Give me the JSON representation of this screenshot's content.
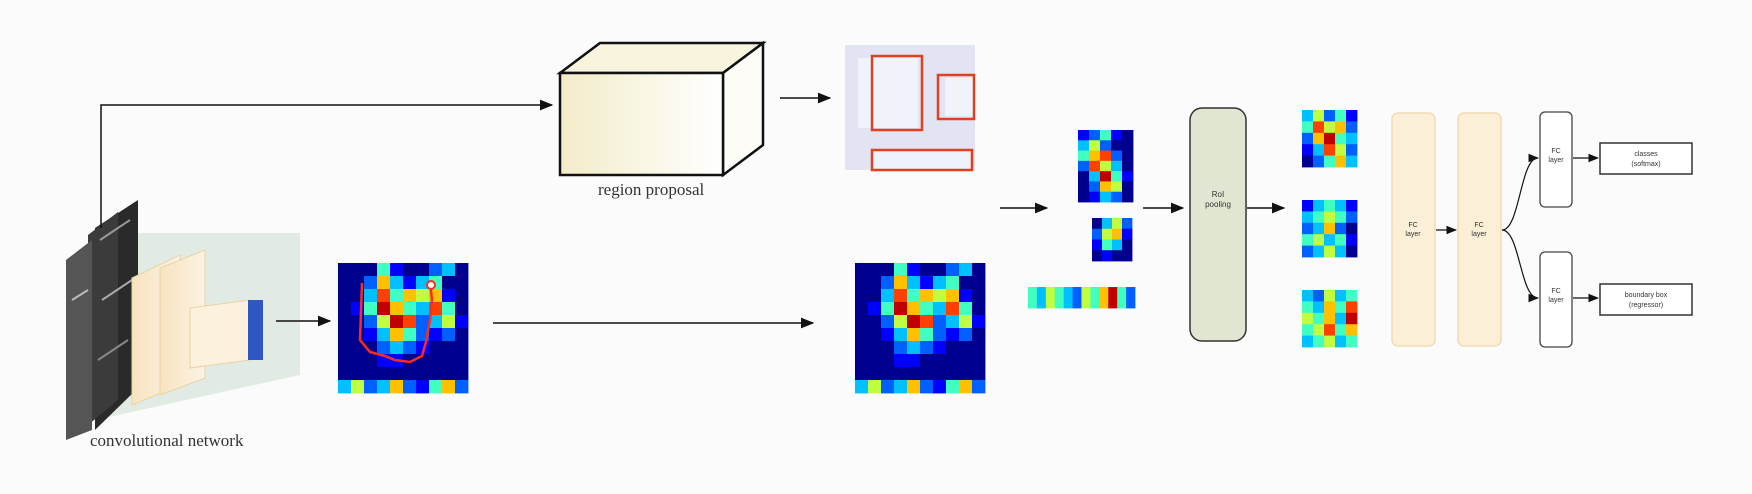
{
  "labels": {
    "region_proposal": "region proposal",
    "convolutional_network": "convolutional network",
    "roi_pooling": [
      "RoI",
      "pooling"
    ],
    "fc_layer": [
      "FC",
      "layer"
    ],
    "classes": [
      "classes",
      "(softmax)"
    ],
    "boundary_box": [
      "boundary box",
      "(regressor)"
    ]
  },
  "colors": {
    "heatmap_scale": [
      "#00008f",
      "#0000ff",
      "#0060ff",
      "#00c0ff",
      "#40ffc0",
      "#c0ff40",
      "#ffc000",
      "#ff4000",
      "#c00000"
    ],
    "proposal_box": "#e04020",
    "roi_block_fill": "#e1e6d2",
    "fc_tall_fill": "#fbefd8",
    "arrow": "#111111"
  },
  "heatmaps": {
    "main": [
      [
        0,
        0,
        0,
        4,
        1,
        0,
        0,
        2,
        3,
        0
      ],
      [
        0,
        0,
        2,
        6,
        3,
        1,
        3,
        4,
        0,
        0
      ],
      [
        0,
        0,
        3,
        7,
        4,
        6,
        5,
        6,
        1,
        0
      ],
      [
        0,
        1,
        4,
        8,
        6,
        4,
        3,
        7,
        4,
        0
      ],
      [
        0,
        0,
        2,
        5,
        8,
        7,
        2,
        3,
        5,
        1
      ],
      [
        0,
        0,
        1,
        3,
        6,
        4,
        2,
        1,
        2,
        0
      ],
      [
        0,
        0,
        0,
        2,
        3,
        2,
        1,
        0,
        0,
        0
      ],
      [
        0,
        0,
        0,
        1,
        1,
        0,
        0,
        0,
        0,
        0
      ],
      [
        0,
        0,
        0,
        0,
        0,
        0,
        0,
        0,
        0,
        0
      ],
      [
        3,
        5,
        2,
        3,
        6,
        2,
        1,
        4,
        6,
        2
      ]
    ],
    "roi_big": [
      [
        1,
        2,
        4,
        1,
        0
      ],
      [
        3,
        5,
        2,
        0,
        0
      ],
      [
        4,
        6,
        7,
        2,
        0
      ],
      [
        2,
        7,
        5,
        3,
        0
      ],
      [
        0,
        3,
        8,
        4,
        1
      ],
      [
        0,
        2,
        6,
        5,
        0
      ],
      [
        0,
        1,
        3,
        2,
        0
      ]
    ],
    "roi_small": [
      [
        0,
        3,
        5,
        2
      ],
      [
        2,
        5,
        6,
        1
      ],
      [
        1,
        4,
        3,
        0
      ],
      [
        0,
        1,
        0,
        0
      ]
    ],
    "roi_strip": [
      [
        4,
        3,
        5,
        4,
        3,
        2,
        5,
        4,
        6,
        8,
        4,
        2
      ]
    ],
    "pooled_1": [
      [
        3,
        5,
        2,
        4,
        1
      ],
      [
        4,
        7,
        5,
        6,
        2
      ],
      [
        2,
        6,
        8,
        4,
        3
      ],
      [
        1,
        3,
        7,
        5,
        2
      ],
      [
        0,
        2,
        4,
        6,
        3
      ]
    ],
    "pooled_2": [
      [
        1,
        3,
        4,
        3,
        1
      ],
      [
        3,
        4,
        5,
        4,
        2
      ],
      [
        2,
        3,
        6,
        2,
        0
      ],
      [
        4,
        5,
        3,
        4,
        1
      ],
      [
        2,
        3,
        5,
        3,
        0
      ]
    ],
    "pooled_3": [
      [
        3,
        2,
        5,
        3,
        4
      ],
      [
        4,
        3,
        6,
        4,
        7
      ],
      [
        5,
        4,
        6,
        3,
        8
      ],
      [
        4,
        5,
        7,
        4,
        6
      ],
      [
        3,
        4,
        5,
        3,
        4
      ]
    ]
  }
}
